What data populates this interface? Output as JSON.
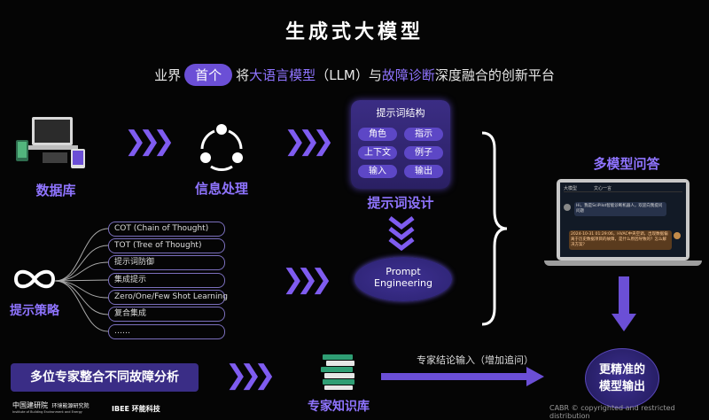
{
  "title": "生成式大模型",
  "subtitle": {
    "part1": "业界",
    "pill": "首个",
    "part2": "将",
    "hl1": "大语言模型",
    "part3": "（LLM）与",
    "hl2": "故障诊断",
    "part4": "深度融合的创新平台"
  },
  "nodes": {
    "database": "数据库",
    "info_processing": "信息处理",
    "prompt_design": "提示词设计",
    "multi_model_qa": "多模型问答",
    "prompt_strategy": "提示策略",
    "expert_kb": "专家知识库",
    "better_output": "更精准的模型输出"
  },
  "prompt_structure": {
    "header": "提示词结构",
    "chips": [
      "角色",
      "指示",
      "上下文",
      "例子",
      "输入",
      "输出"
    ]
  },
  "prompt_engineering": "Prompt Engineering",
  "strategies": [
    "COT (Chain of Thought)",
    "TOT (Tree of Thought)",
    "提示词防御",
    "集成提示",
    "Zero/One/Few Shot Learning",
    "复合集成",
    "……"
  ],
  "expert_input": "专家结论输入（增加追问）",
  "bottom_bar": "多位专家整合不同故障分析",
  "chat": {
    "app_name": "大模型",
    "tab": "文心一言",
    "msg1": "Hi，我是SciPilot智能诊断机器人，欢迎向我提问问题",
    "msg2": "2024-10-31 01:29:06，HVAC中央空调，出现数据偏离于历史数据项目的故障，是什么原因导致的？怎么解决方案？"
  },
  "logos": {
    "org1_cn": "中国建研院",
    "org1_sub": "环境能源研究院",
    "org1_en": "Institute of Building Environment and Energy",
    "org2": "IBEE 环能科技"
  },
  "watermark": "CABR © copyrighted and restricted distribution",
  "colors": {
    "accent": "#8f74ff",
    "chip": "#5d47c6",
    "bar": "#3a2d86"
  }
}
